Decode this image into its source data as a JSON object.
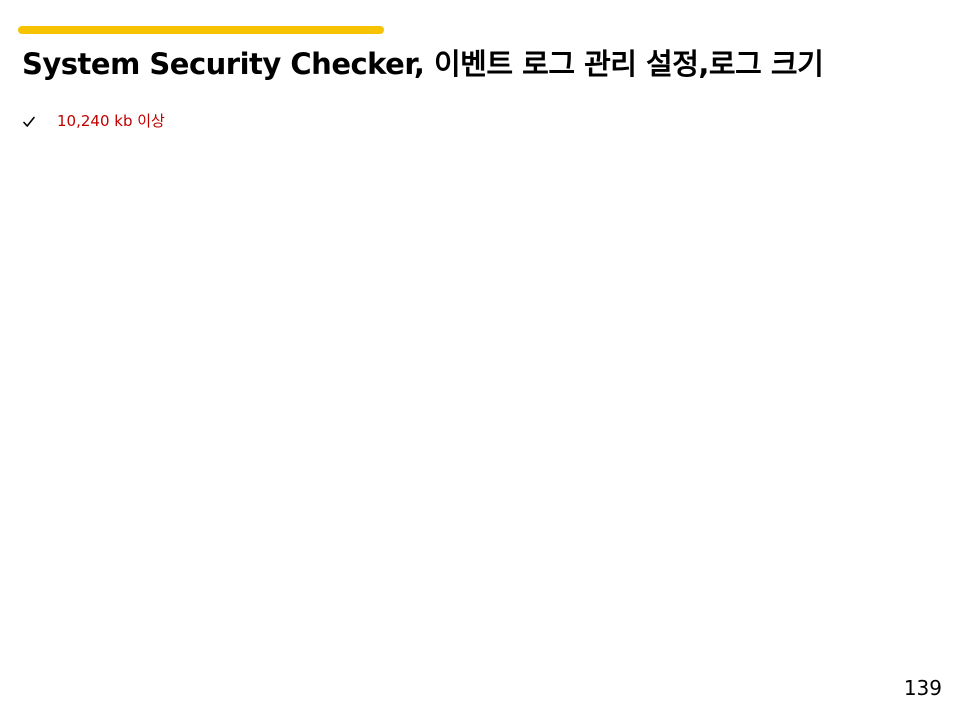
{
  "slide": {
    "title": "System Security Checker, 이벤트 로그 관리 설정,로그 크기",
    "bullets": [
      {
        "icon": "checkmark-icon",
        "text": "10,240 kb 이상",
        "color": "#c00000"
      }
    ],
    "page_number": "139"
  },
  "colors": {
    "accent": "#f7c200",
    "title": "#000000",
    "bullet_text": "#c00000"
  }
}
